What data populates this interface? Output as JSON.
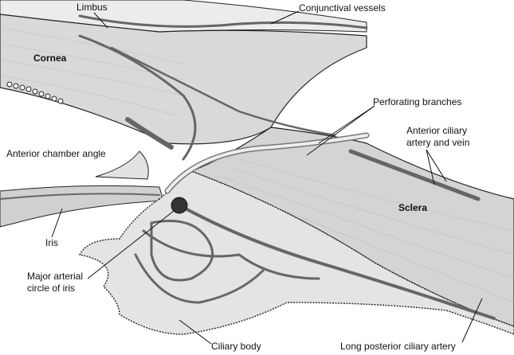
{
  "diagram": {
    "labels": {
      "limbus": "Limbus",
      "conjunctival_vessels": "Conjunctival vessels",
      "cornea": "Cornea",
      "perforating_branches": "Perforating branches",
      "anterior_ciliary_line1": "Anterior ciliary",
      "anterior_ciliary_line2": "artery and vein",
      "anterior_chamber_angle": "Anterior chamber angle",
      "sclera": "Sclera",
      "iris": "Iris",
      "major_arterial_line1": "Major arterial",
      "major_arterial_line2": "circle of iris",
      "ciliary_body": "Ciliary body",
      "long_posterior_ciliary_artery": "Long posterior ciliary artery"
    },
    "colors": {
      "tissue": "#e6e6e6",
      "band": "#d4d4d4",
      "vessel": "#6a6a6a",
      "outline": "#222222"
    }
  }
}
